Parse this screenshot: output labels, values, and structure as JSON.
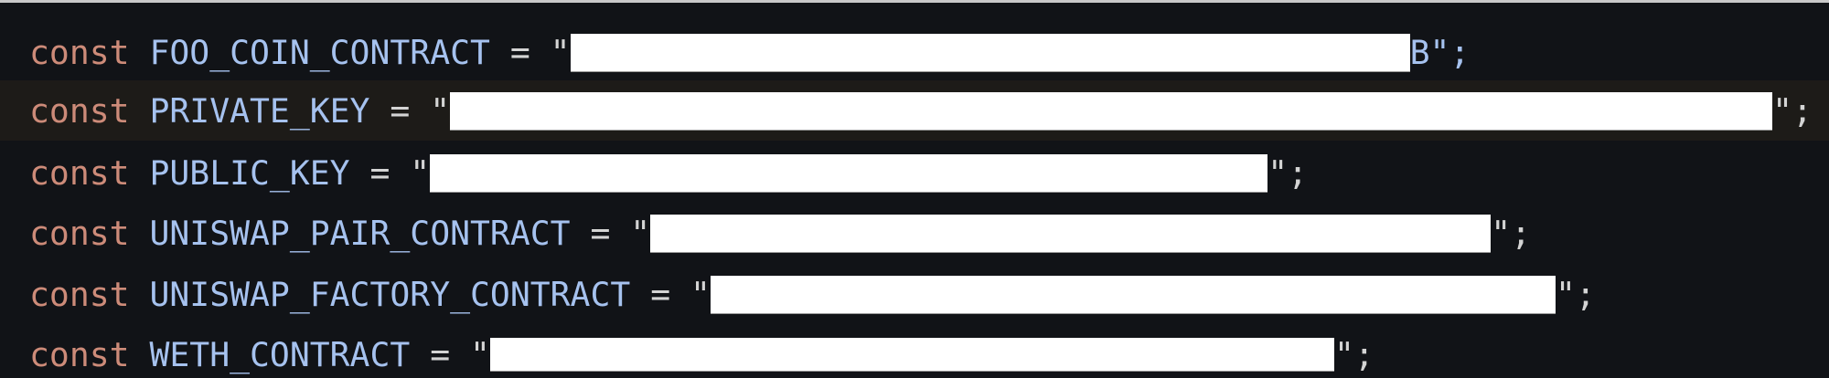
{
  "editor": {
    "highlighted_line": 2,
    "colors": {
      "background": "#111317",
      "keyword": "#cd8b79",
      "identifier": "#a6c2ef",
      "punctuation": "#d4d4d4",
      "highlight": "#1d1b18"
    },
    "lines": [
      {
        "keyword": "const",
        "name": "FOO_COIN_CONTRACT",
        "op": " = ",
        "open": "\"",
        "suffix": "B\";"
      },
      {
        "keyword": "const",
        "name": "PRIVATE_KEY",
        "op": " = ",
        "open": "\"",
        "suffix": "\";"
      },
      {
        "keyword": "const",
        "name": "PUBLIC_KEY",
        "op": " = ",
        "open": "\"",
        "suffix": "\";"
      },
      {
        "keyword": "const",
        "name": "UNISWAP_PAIR_CONTRACT",
        "op": " = ",
        "open": "\"",
        "suffix": "\";"
      },
      {
        "keyword": "const",
        "name": "UNISWAP_FACTORY_CONTRACT",
        "op": " = ",
        "open": "\"",
        "suffix": "\";"
      },
      {
        "keyword": "const",
        "name": "WETH_CONTRACT",
        "op": " = ",
        "open": "\"",
        "suffix": "\";"
      }
    ]
  }
}
